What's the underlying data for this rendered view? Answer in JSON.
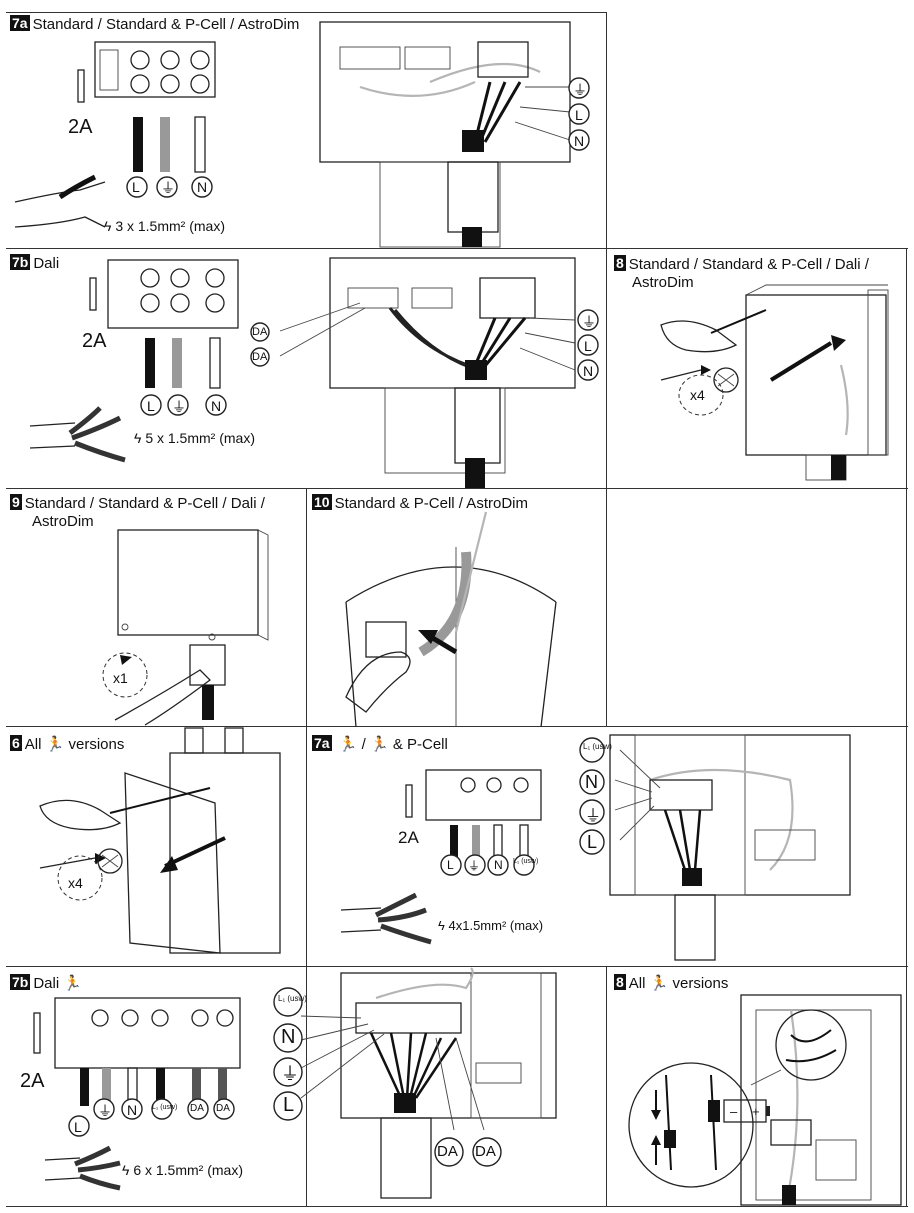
{
  "panels": {
    "p7a": {
      "step": "7a",
      "title": "Standard / Standard & P-Cell / AstroDim",
      "fuse": "2A",
      "wire": "3 x 1.5mm² (max)",
      "conductors": [
        "L",
        "⏚",
        "N"
      ],
      "terminals": [
        "⏚",
        "L",
        "N"
      ]
    },
    "p7b": {
      "step": "7b",
      "title": "Dali",
      "fuse": "2A",
      "wire": "5 x 1.5mm² (max)",
      "conductors": [
        "L",
        "⏚",
        "N"
      ],
      "dali": [
        "DA",
        "DA"
      ],
      "terminals": [
        "⏚",
        "L",
        "N"
      ]
    },
    "p8": {
      "step": "8",
      "title_line1": "Standard / Standard & P-Cell / Dali /",
      "title_line2": "AstroDim",
      "count": "x4"
    },
    "p9": {
      "step": "9",
      "title_line1": "Standard / Standard & P-Cell / Dali /",
      "title_line2": "AstroDim",
      "count": "x1"
    },
    "p10": {
      "step": "10",
      "title": "Standard & P-Cell / AstroDim"
    },
    "p6e": {
      "step": "6",
      "title_pre": "All",
      "title_post": "versions",
      "count": "x4"
    },
    "p7ae": {
      "step": "7a",
      "title_sep": "/",
      "title_post": "& P-Cell",
      "fuse": "2A",
      "wire": "4x1.5mm² (max)",
      "conductors": [
        "L",
        "⏚",
        "N",
        "L₁ (usw)"
      ],
      "terminals": [
        "L₁ (usw)",
        "N",
        "⏚",
        "L"
      ]
    },
    "p7be": {
      "step": "7b",
      "title": "Dali",
      "fuse": "2A",
      "wire": "6 x 1.5mm² (max)",
      "conductors": [
        "L",
        "⏚",
        "N",
        "L₁ (usw)",
        "DA",
        "DA"
      ],
      "terminals": [
        "L₁ (usw)",
        "N",
        "⏚",
        "L"
      ],
      "dali": [
        "DA",
        "DA"
      ]
    },
    "p8e": {
      "step": "8",
      "title_pre": "All",
      "title_post": "versions",
      "battery_minus": "–",
      "battery_plus": "+"
    }
  },
  "colors": {
    "ink": "#111111",
    "wire_grey": "#b5b5b5"
  }
}
